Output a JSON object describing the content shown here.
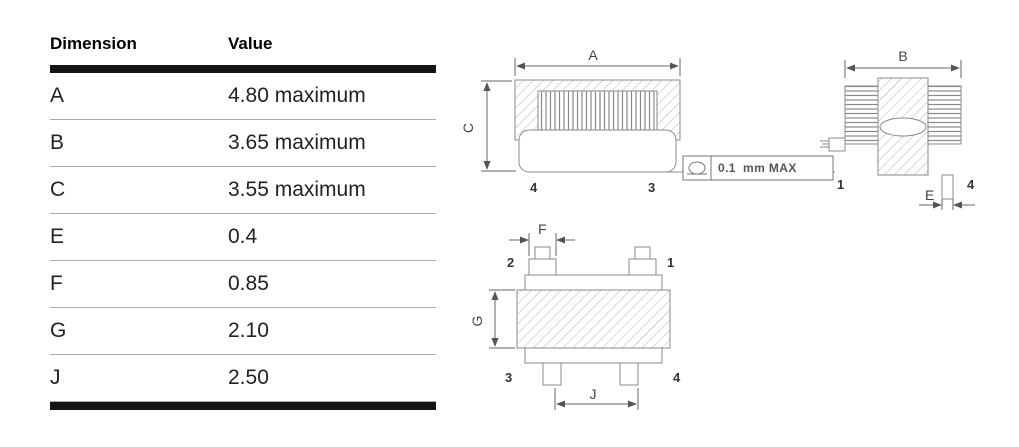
{
  "table": {
    "headers": [
      "Dimension",
      "Value"
    ],
    "rows": [
      {
        "dim": "A",
        "value": "4.80 maximum"
      },
      {
        "dim": "B",
        "value": "3.65 maximum"
      },
      {
        "dim": "C",
        "value": "3.55 maximum"
      },
      {
        "dim": "E",
        "value": "0.4"
      },
      {
        "dim": "F",
        "value": "0.85"
      },
      {
        "dim": "G",
        "value": "2.10"
      },
      {
        "dim": "J",
        "value": "2.50"
      }
    ]
  },
  "drawings": {
    "front": {
      "dim_a": "A",
      "dim_c": "C",
      "pin4": "4",
      "pin3": "3"
    },
    "note": {
      "value": "0.1",
      "suffix": "mm MAX"
    },
    "side": {
      "dim_b": "B",
      "pin1": "1",
      "pin4": "4",
      "dim_e": "E"
    },
    "bottom": {
      "dim_f": "F",
      "pin2": "2",
      "pin1": "1",
      "pin3": "3",
      "pin4": "4",
      "dim_g": "G",
      "dim_j": "J"
    }
  }
}
